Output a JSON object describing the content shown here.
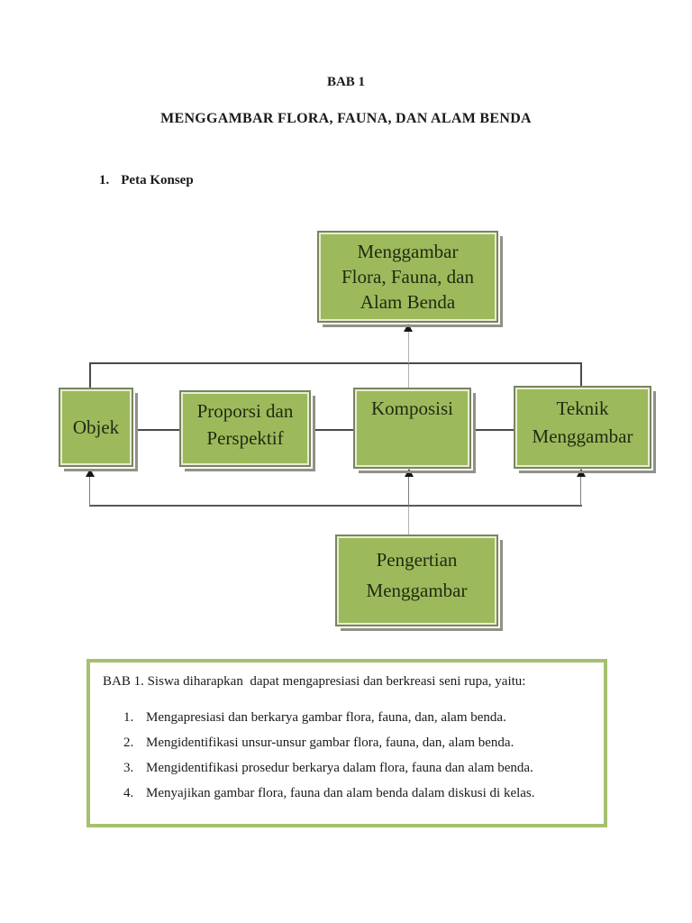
{
  "page": {
    "chapter_label": "BAB 1",
    "title": "MENGGAMBAR FLORA, FAUNA, DAN ALAM BENDA",
    "section": {
      "number": "1.",
      "heading": "Peta Konsep"
    }
  },
  "diagram": {
    "type": "concept-map",
    "colors": {
      "node_fill": "#9cba5b",
      "node_border": "#79855c",
      "node_shadow": "#90918a",
      "connector": "#4a4a4a"
    },
    "nodes": {
      "main": {
        "label": "Menggambar\nFlora, Fauna, dan\nAlam Benda"
      },
      "objek": {
        "label": "Objek"
      },
      "proporsi": {
        "label": "Proporsi dan\nPerspektif"
      },
      "komposisi": {
        "label": "Komposisi"
      },
      "teknik": {
        "label": "Teknik\nMenggambar"
      },
      "pengertian": {
        "label": "Pengertian\nMenggambar"
      }
    },
    "edges": [
      "komposisi -> main (arrow up)",
      "objek - proporsi - komposisi - teknik (horizontal links)",
      "pengertian -> objek (arrow up)",
      "pengertian -> komposisi (arrow up)",
      "pengertian -> teknik (arrow up)"
    ]
  },
  "objectives": {
    "border_color": "#a7c06f",
    "intro": "BAB 1. Siswa diharapkan  dapat mengapresiasi dan berkreasi seni rupa, yaitu:",
    "items": [
      {
        "number": "1.",
        "text": "Mengapresiasi dan berkarya gambar flora, fauna, dan, alam benda."
      },
      {
        "number": "2.",
        "text": "Mengidentifikasi unsur-unsur gambar flora, fauna, dan, alam benda."
      },
      {
        "number": "3.",
        "text": "Mengidentifikasi prosedur berkarya dalam flora, fauna dan alam benda."
      },
      {
        "number": "4.",
        "text": "Menyajikan gambar flora, fauna dan alam benda dalam diskusi di kelas."
      }
    ]
  }
}
